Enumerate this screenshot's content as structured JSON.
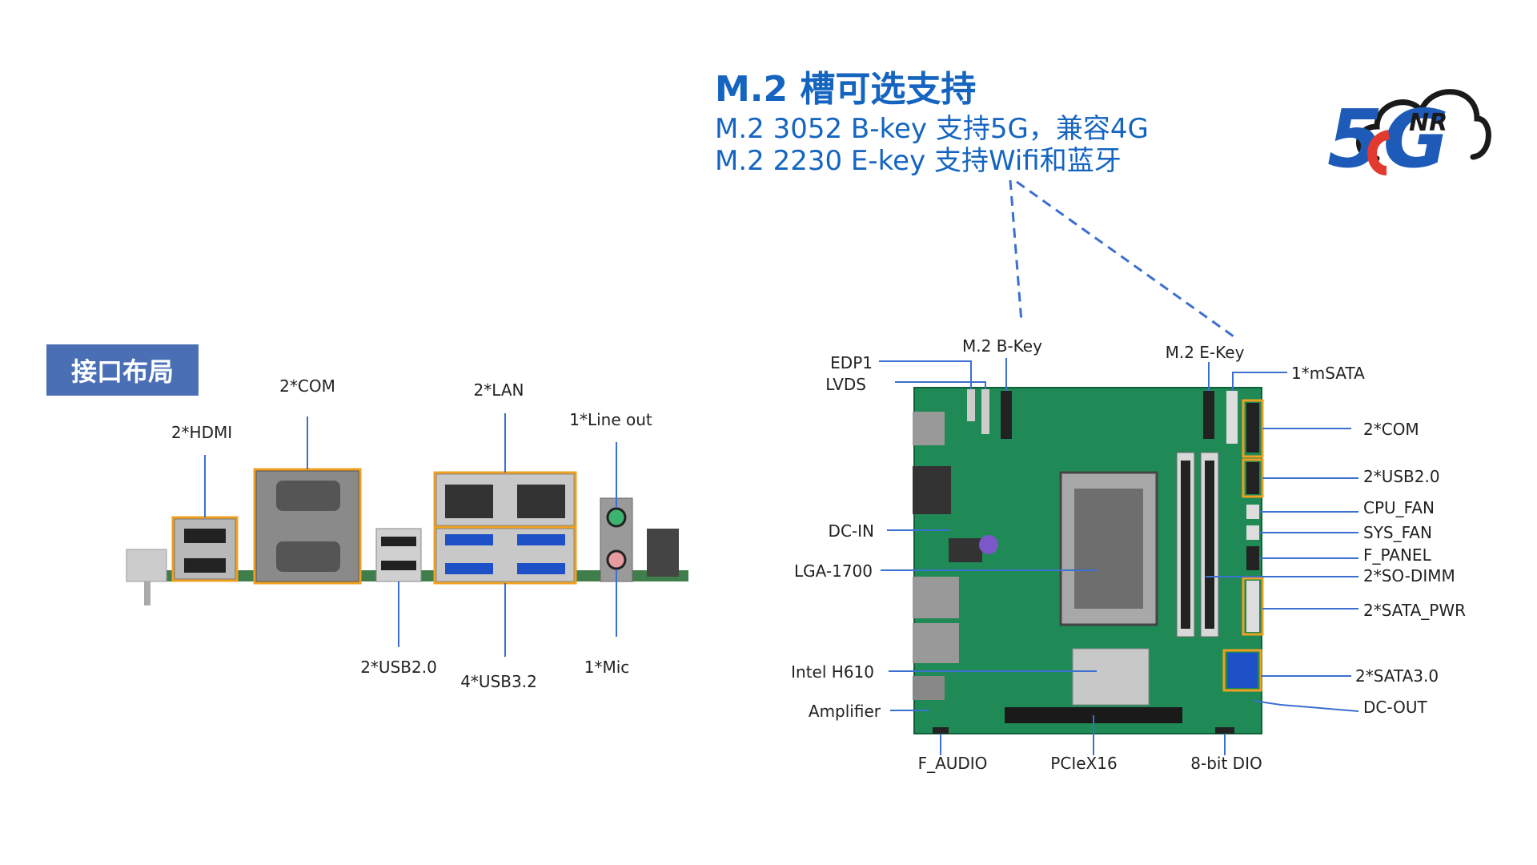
{
  "section_badge": "接口布局",
  "m2": {
    "title": "M.2 槽可选支持",
    "line1": "M.2 3052 B-key 支持5G，兼容4G",
    "line2": "M.2 2230 E-key 支持Wifi和蓝牙"
  },
  "logo": {
    "main": "5G",
    "sub": "NR"
  },
  "rear_io_labels": {
    "hdmi": "2*HDMI",
    "com": "2*COM",
    "lan": "2*LAN",
    "line_out": "1*Line out",
    "usb20": "2*USB2.0",
    "usb32": "4*USB3.2",
    "mic": "1*Mic"
  },
  "board_labels": {
    "edp1": "EDP1",
    "lvds": "LVDS",
    "m2_bkey": "M.2 B-Key",
    "m2_ekey": "M.2 E-Key",
    "msata": "1*mSATA",
    "com": "2*COM",
    "usb20": "2*USB2.0",
    "cpu_fan": "CPU_FAN",
    "sys_fan": "SYS_FAN",
    "f_panel": "F_PANEL",
    "so_dimm": "2*SO-DIMM",
    "sata_pwr": "2*SATA_PWR",
    "sata30": "2*SATA3.0",
    "dc_out": "DC-OUT",
    "dc_in": "DC-IN",
    "lga": "LGA-1700",
    "h610": "Intel H610",
    "amplifier": "Amplifier",
    "f_audio": "F_AUDIO",
    "pcie": "PCIeX16",
    "dio": "8-bit DIO"
  },
  "colors": {
    "leader": "#3b6fd0",
    "highlight": "#f0a020",
    "title_blue": "#1565c0",
    "badge": "#4a6fb5",
    "pcb": "#1f8a55"
  }
}
